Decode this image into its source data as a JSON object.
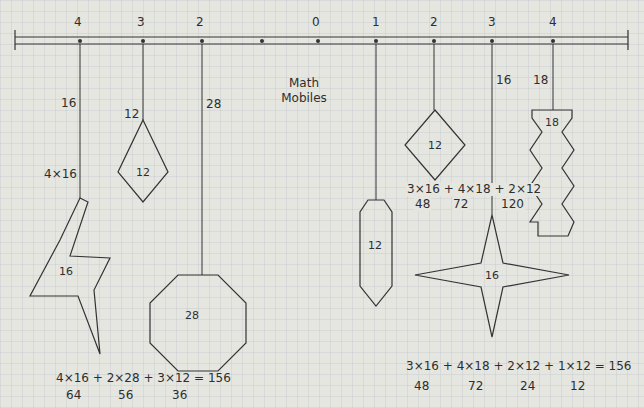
{
  "diagram": {
    "title": "Math Mobiles",
    "nodes": [
      {
        "text": [
          "16"
        ]
      },
      {
        "text": [
          "12"
        ]
      },
      {
        "text": [
          "28"
        ]
      },
      {
        "text": [
          "12"
        ]
      },
      {
        "text": [
          "12"
        ]
      },
      {
        "text": [
          "16"
        ]
      },
      {
        "text": [
          "18"
        ]
      }
    ],
    "labels": [
      "4",
      "3",
      "2",
      "0",
      "1",
      "2",
      "3",
      "4",
      "16",
      "12",
      "28",
      "4×16",
      "16",
      "18",
      "3×16 + 4×18 + 2×12",
      "48",
      "72",
      "120",
      "4×16 + 2×28 + 3×12 = 156",
      "64",
      "56",
      "36",
      "3×16 + 4×18 + 2×12 + 1×12 = 156",
      "48",
      "72",
      "24",
      "12"
    ]
  }
}
